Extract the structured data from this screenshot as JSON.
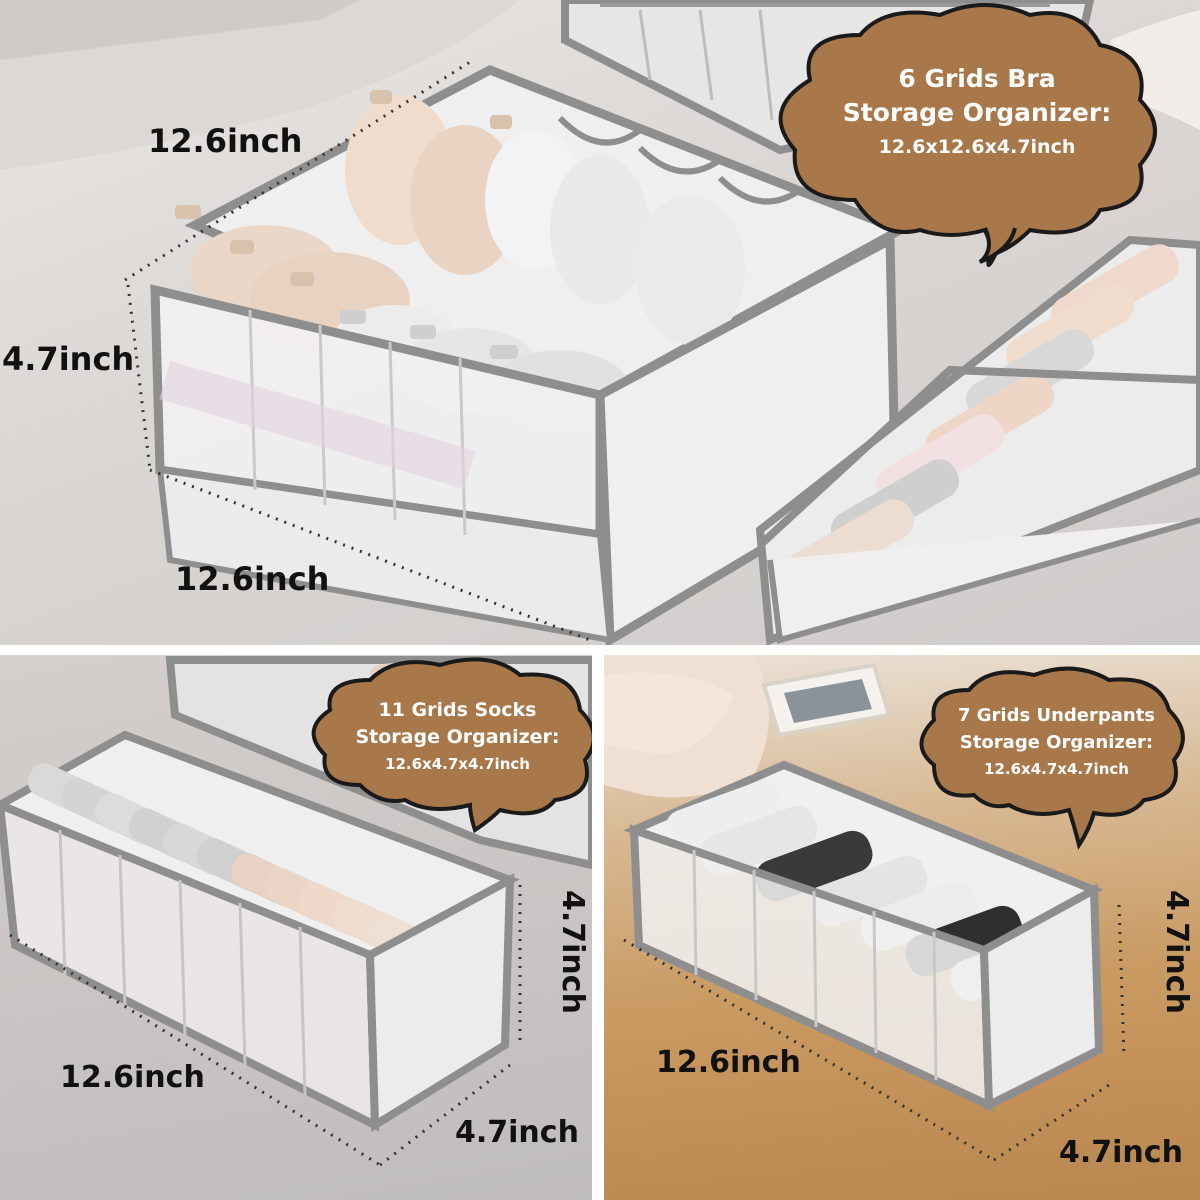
{
  "colors": {
    "bubble": "#a9784a",
    "bubble_outline": "#1a1a1a",
    "frame": "#8e8e8e",
    "mesh": "#eeeeee",
    "text": "#111111"
  },
  "top_panel": {
    "callout": {
      "line1": "6 Grids Bra",
      "line2": "Storage Organizer:",
      "line3": "12.6x12.6x4.7inch"
    },
    "dims": {
      "top_width": "12.6inch",
      "height": "4.7inch",
      "bottom_width": "12.6inch"
    }
  },
  "bottom_left_panel": {
    "callout": {
      "line1": "11 Grids Socks",
      "line2": "Storage Organizer:",
      "line3": "12.6x4.7x4.7inch"
    },
    "dims": {
      "height": "4.7inch",
      "length": "12.6inch",
      "width": "4.7inch"
    }
  },
  "bottom_right_panel": {
    "callout": {
      "line1": "7 Grids Underpants",
      "line2": "Storage Organizer:",
      "line3": "12.6x4.7x4.7inch"
    },
    "dims": {
      "height": "4.7inch",
      "length": "12.6inch",
      "width": "4.7inch"
    }
  }
}
